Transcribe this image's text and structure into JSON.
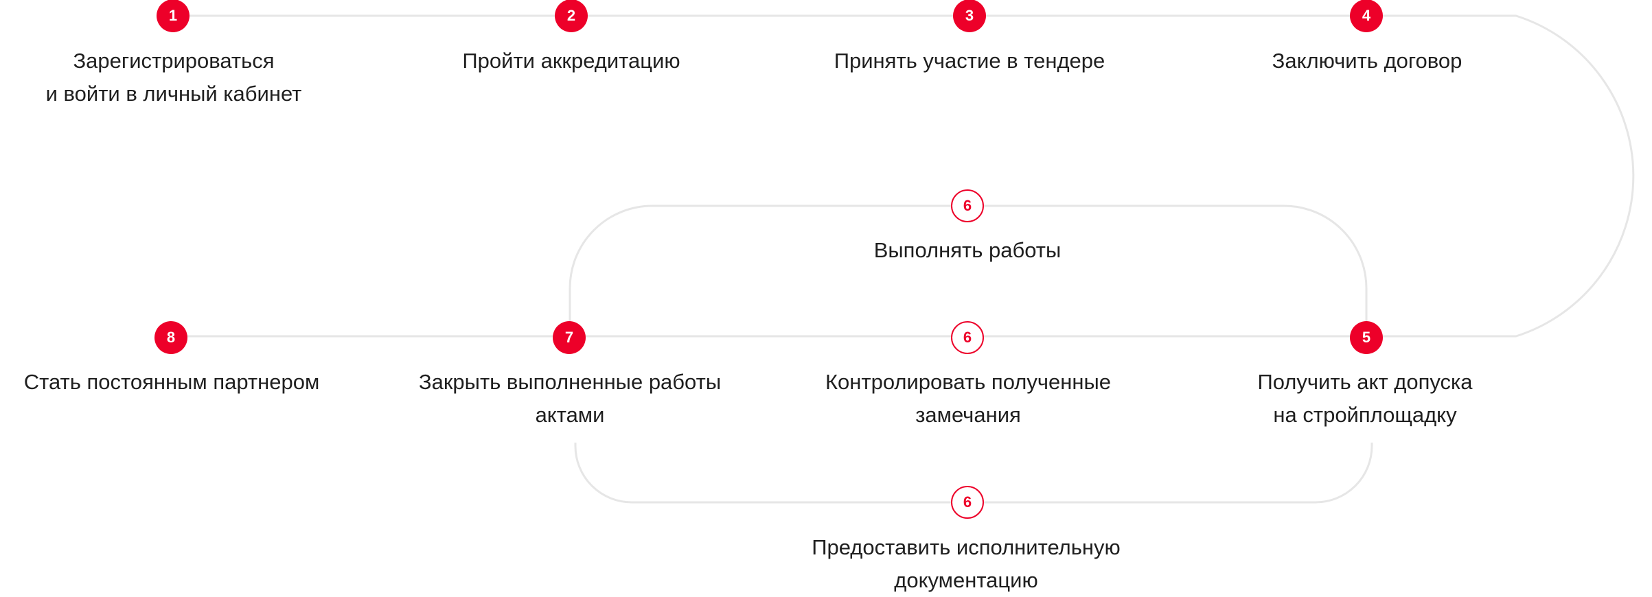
{
  "colors": {
    "accent": "#ED0029",
    "line": "#e6e6e6",
    "text": "#1f1f1f"
  },
  "steps": {
    "s1": {
      "number": "1",
      "line1": "Зарегистрироваться",
      "line2": "и войти в личный кабинет"
    },
    "s2": {
      "number": "2",
      "line1": "Пройти аккредитацию",
      "line2": ""
    },
    "s3": {
      "number": "3",
      "line1": "Принять участие в тендере",
      "line2": ""
    },
    "s4": {
      "number": "4",
      "line1": "Заключить договор",
      "line2": ""
    },
    "s5": {
      "number": "5",
      "line1": "Получить акт допуска",
      "line2": "на стройплощадку"
    },
    "s6a": {
      "number": "6",
      "line1": "Выполнять работы",
      "line2": ""
    },
    "s6b": {
      "number": "6",
      "line1": "Контролировать полученные",
      "line2": "замечания"
    },
    "s6c": {
      "number": "6",
      "line1": "Предоставить исполнительную",
      "line2": "документацию"
    },
    "s7": {
      "number": "7",
      "line1": "Закрыть выполненные работы",
      "line2": "актами"
    },
    "s8": {
      "number": "8",
      "line1": "Стать постоянным партнером",
      "line2": ""
    }
  }
}
